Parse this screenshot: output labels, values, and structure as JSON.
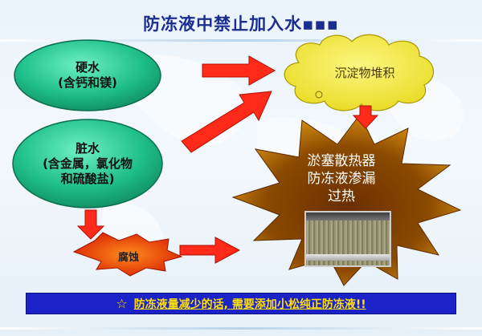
{
  "title": "防冻液中禁止加入水▪▪▪",
  "nodes": {
    "hard_water": {
      "line1": "硬水",
      "line2": "(含钙和镁)"
    },
    "dirty_water": {
      "line1": "脏水",
      "line2": "(含金属，氯化物",
      "line3": "和硫酸盐)"
    },
    "sediment": {
      "label": "沉淀物堆积"
    },
    "consequences": {
      "line1": "淤塞散热器",
      "line2": "防冻液渗漏",
      "line3": "过热"
    },
    "corrosion": {
      "label": "腐蚀"
    }
  },
  "banner": {
    "icon": "☆",
    "text": "防冻液量减少的话, 需要添加小松纯正防冻液!!"
  },
  "colors": {
    "ellipse": "#1fbf8a",
    "arrow": "#ff2a1a",
    "cloud": "#f5ee3a",
    "star": "#7a3a00",
    "banner": "#1a22c8",
    "banner_text": "#ffe000",
    "title": "#1b2d8f"
  }
}
